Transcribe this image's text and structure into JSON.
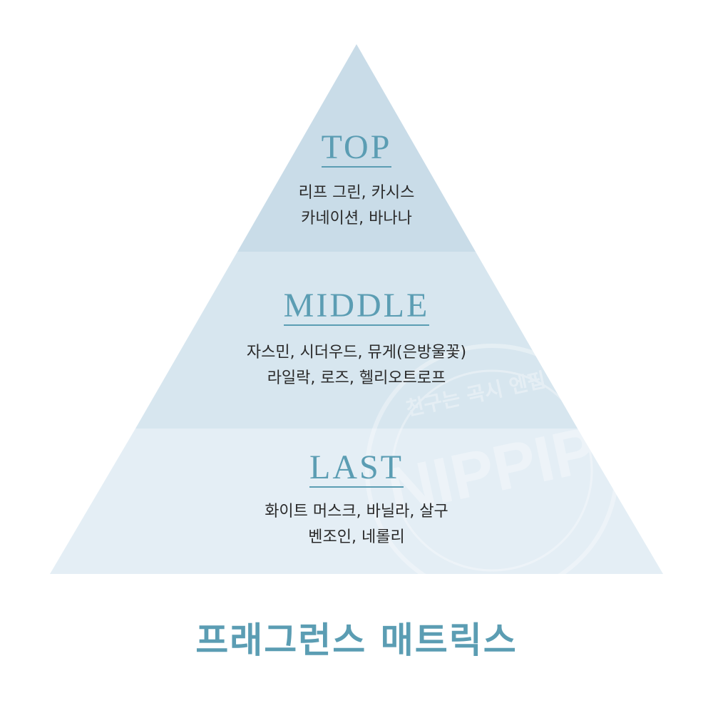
{
  "pyramid": {
    "top": {
      "title": "TOP",
      "line1": "리프 그린, 카시스",
      "line2": "카네이션, 바나나"
    },
    "middle": {
      "title": "MIDDLE",
      "line1": "자스민, 시더우드, 뮤게(은방울꽃)",
      "line2": "라일락, 로즈, 헬리오트로프"
    },
    "last": {
      "title": "LAST",
      "line1": "화이트 머스크, 바닐라, 살구",
      "line2": "벤조인, 네롤리"
    }
  },
  "title": "프래그런스 매트릭스",
  "watermark": {
    "text": "NIPPIP",
    "ring_text": "친구는 곡시 엔핍"
  },
  "colors": {
    "top_fill": "#c9dce8",
    "middle_fill": "#d7e6ef",
    "last_fill": "#e4eef5",
    "accent": "#5b9db3",
    "text": "#2a2a2a"
  }
}
